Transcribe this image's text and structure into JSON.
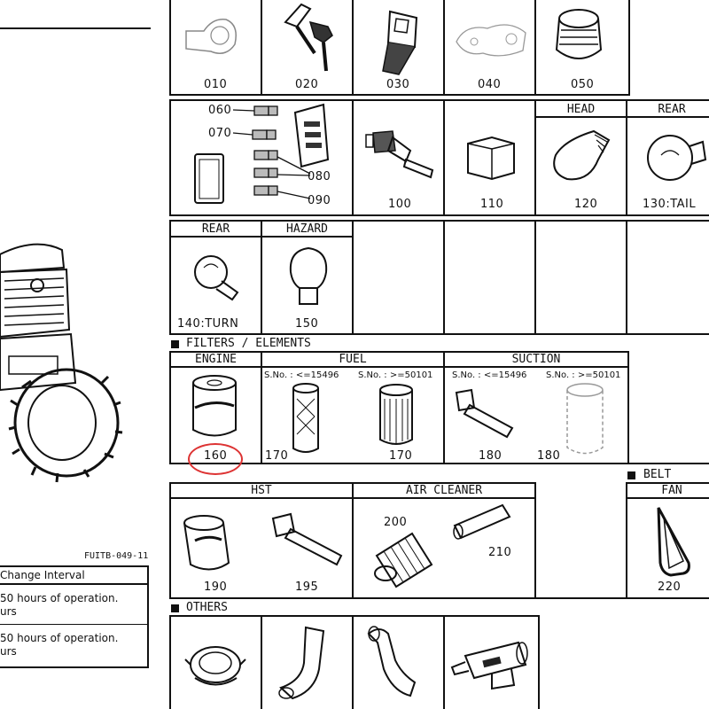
{
  "row1": {
    "parts": [
      "010",
      "020",
      "030",
      "040",
      "050"
    ]
  },
  "row2": {
    "callouts": [
      "060",
      "070",
      "080",
      "090"
    ],
    "parts": [
      "100",
      "110",
      "120",
      "130:TAIL"
    ],
    "headers": {
      "head": "HEAD",
      "rear": "REAR"
    }
  },
  "row3": {
    "headers": {
      "rear": "REAR",
      "hazard": "HAZARD"
    },
    "parts": [
      "140:TURN",
      "150"
    ]
  },
  "filters": {
    "section_title": "FILTERS / ELEMENTS",
    "headers": {
      "engine": "ENGINE",
      "fuel": "FUEL",
      "suction": "SUCTION"
    },
    "sno": {
      "fuel_a": "S.No. : <=15496",
      "fuel_b": "S.No. : >=50101",
      "suction_a": "S.No. : <=15496",
      "suction_b": "S.No. : >=50101"
    },
    "parts": [
      "160",
      "170",
      "170",
      "180",
      "180"
    ]
  },
  "hst_row": {
    "headers": {
      "hst": "HST",
      "air": "AIR CLEANER",
      "belt_section": "BELT",
      "fan": "FAN"
    },
    "parts": [
      "190",
      "195",
      "200",
      "210",
      "220"
    ]
  },
  "others": {
    "section_title": "OTHERS"
  },
  "left": {
    "figure_code": "FUITB-049-11",
    "table_header": "Change Interval",
    "rows": [
      {
        "line1": "50 hours of operation.",
        "line2": "urs"
      },
      {
        "line1": "50 hours of operation.",
        "line2": "urs"
      }
    ]
  }
}
